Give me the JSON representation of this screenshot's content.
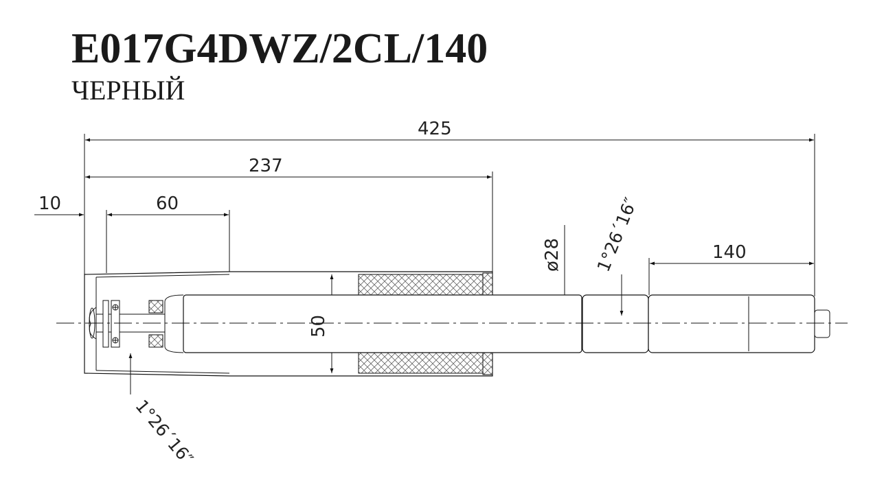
{
  "header": {
    "model": "E017G4DWZ/2CL/140",
    "color": "ЧЕРНЫЙ"
  },
  "dimensions": {
    "overall_length": "425",
    "body_length": "237",
    "offset": "10",
    "taper_length": "60",
    "stroke": "140",
    "rod_diameter": "ø28",
    "body_diameter": "50",
    "taper_angle_top": "1°26´16″",
    "taper_angle_bottom": "1°26´16″"
  }
}
